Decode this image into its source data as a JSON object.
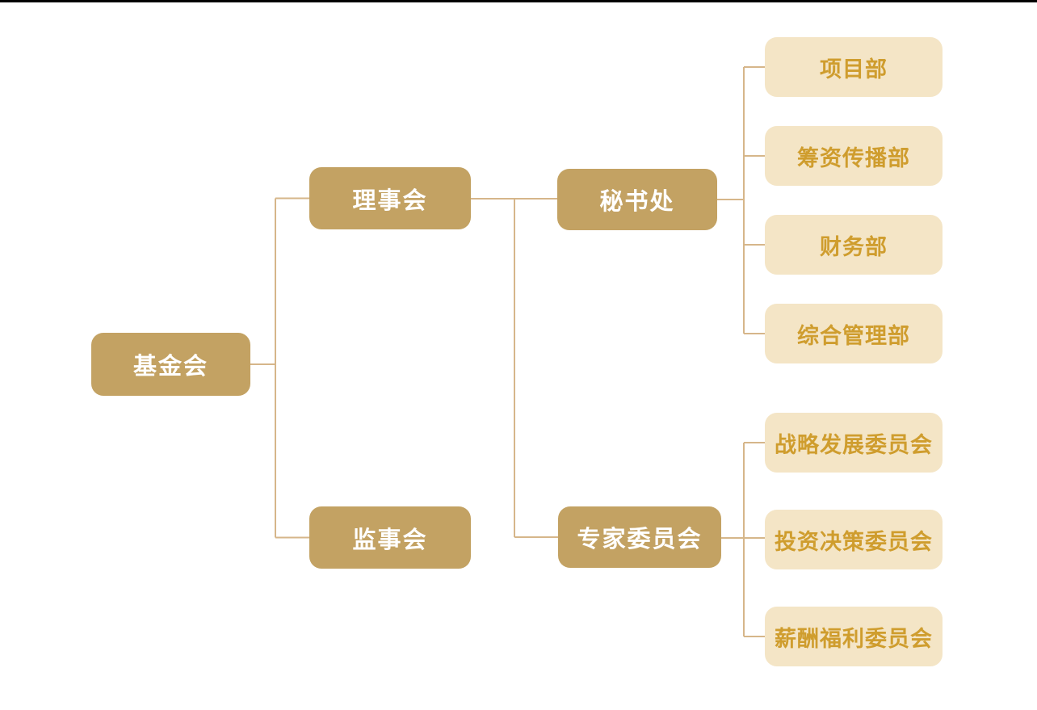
{
  "colors": {
    "page_bg": "#ffffff",
    "top_bar": "#000000",
    "solid_node_bg": "#c3a263",
    "solid_node_text": "#ffffff",
    "light_node_bg": "#f4e5c6",
    "light_node_text": "#cf9d2e",
    "connector": "#d6b68a"
  },
  "org": {
    "root": {
      "label": "基金会"
    },
    "board": {
      "label": "理事会"
    },
    "supervisors": {
      "label": "监事会"
    },
    "secretariat": {
      "label": "秘书处",
      "children": [
        {
          "label": "项目部"
        },
        {
          "label": "筹资传播部"
        },
        {
          "label": "财务部"
        },
        {
          "label": "综合管理部"
        }
      ]
    },
    "expert_committee": {
      "label": "专家委员会",
      "children": [
        {
          "label": "战略发展委员会"
        },
        {
          "label": "投资决策委员会"
        },
        {
          "label": "薪酬福利委员会"
        }
      ]
    }
  }
}
